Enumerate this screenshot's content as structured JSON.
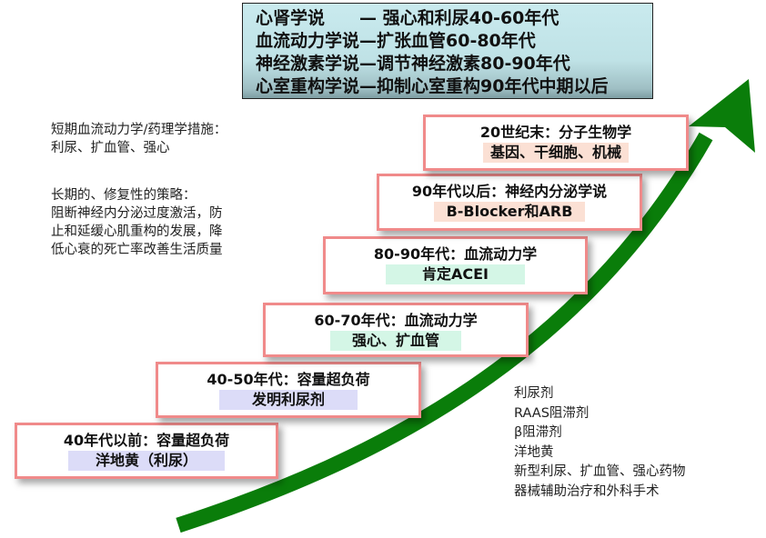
{
  "header": {
    "lines": [
      "心肾学说　　—  强心和利尿40-60年代",
      "血流动力学说—扩张血管60-80年代",
      "神经激素学说—调节神经激素80-90年代",
      "心室重构学说—抑制心室重构90年代中期以后"
    ],
    "background": "#bfe2e6"
  },
  "notes": {
    "short_term": "短期血流动力学/药理学措施：\n利尿、扩血管、强心",
    "long_term": "长期的、修复性的策略：\n阻断神经内分泌过度激活，防\n止和延缓心肌重构的发展，降\n低心衰的死亡率改善生活质量"
  },
  "stages": [
    {
      "title": "40年代以前：容量超负荷",
      "sub": "洋地黄（利尿）",
      "sub_bg": "#dcdcf8"
    },
    {
      "title": "40-50年代：容量超负荷",
      "sub": "发明利尿剂",
      "sub_bg": "#dcdcf8"
    },
    {
      "title": "60-70年代：血流动力学",
      "sub": "强心、扩血管",
      "sub_bg": "#d4f6e6"
    },
    {
      "title": "80-90年代：血流动力学",
      "sub": "肯定ACEI",
      "sub_bg": "#d4f6e6"
    },
    {
      "title": "90年代以后：神经内分泌学说",
      "sub": "B-Blocker和ARB",
      "sub_bg": "#fbe0d4"
    },
    {
      "title": "20世纪末：分子生物学",
      "sub": "基因、干细胞、机械",
      "sub_bg": "#fbe0d4"
    }
  ],
  "therapies": [
    "利尿剂",
    "RAAS阻滞剂",
    "β阻滞剂",
    "洋地黄",
    "新型利尿、扩血管、强心药物",
    "器械辅助治疗和外科手术"
  ],
  "colors": {
    "arrow": "#0a7d0a",
    "stage_border": "#f08a8a"
  }
}
